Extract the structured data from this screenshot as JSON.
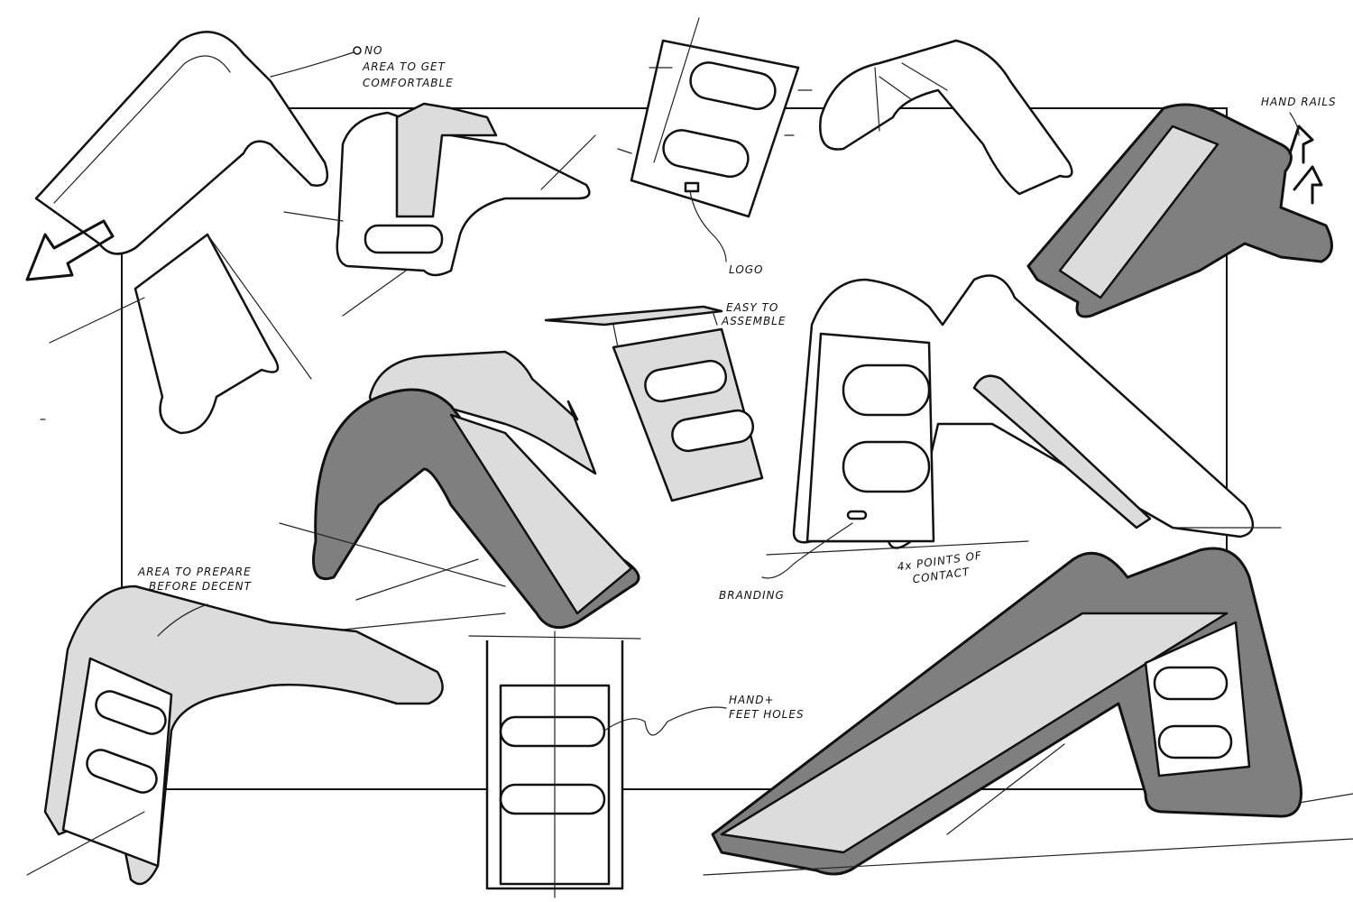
{
  "annotations": {
    "no_area": [
      "NO",
      "AREA TO GET",
      "COMFORTABLE"
    ],
    "logo": "LOGO",
    "hand_rails": "HAND RAILS",
    "easy_assemble": [
      "EASY TO",
      "ASSEMBLE"
    ],
    "prepare_area": [
      "AREA TO PREPARE",
      "BEFORE DECENT"
    ],
    "branding": "BRANDING",
    "points_contact": [
      "4x POINTS OF",
      "CONTACT"
    ],
    "hand_feet": [
      "HAND+",
      "FEET HOLES"
    ]
  },
  "colors": {
    "ink": "#111111",
    "dark_fill": "#7f7f7f",
    "light_fill": "#dcdcdc"
  }
}
